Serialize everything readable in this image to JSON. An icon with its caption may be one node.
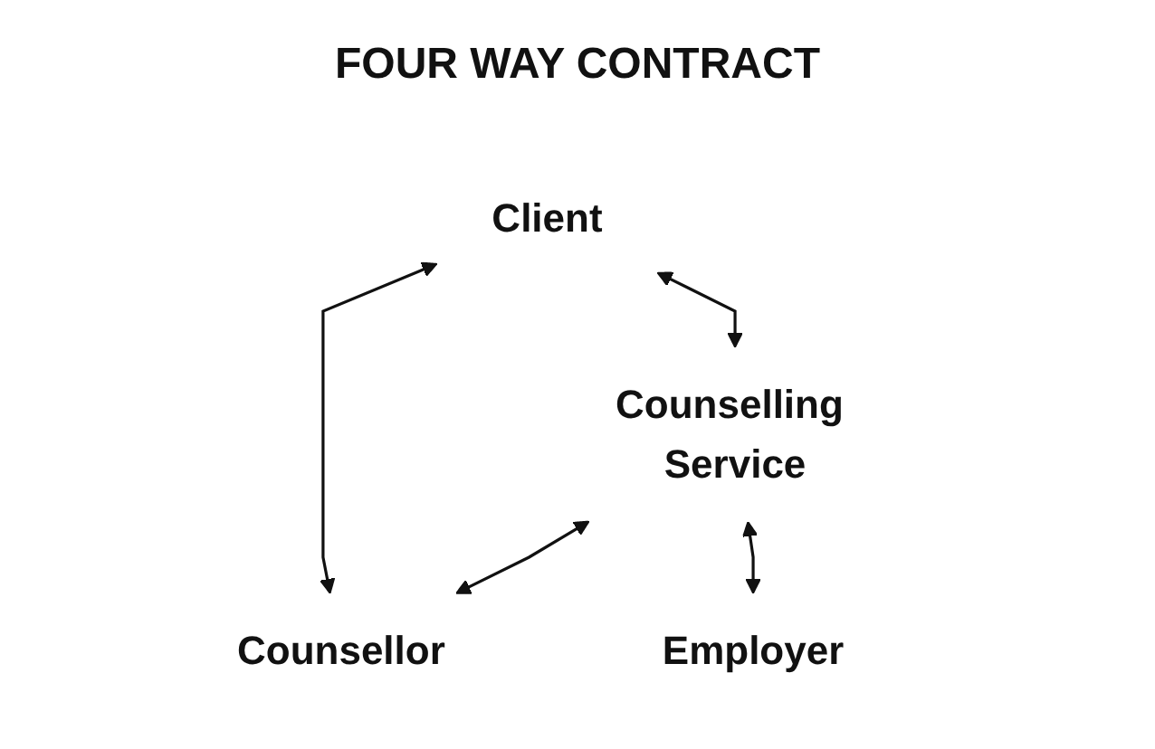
{
  "diagram": {
    "title": "FOUR WAY CONTRACT",
    "nodes": [
      {
        "text": [
          "Client"
        ]
      },
      {
        "text": [
          "Counselling Service"
        ]
      },
      {
        "text": [
          "Counsellor"
        ]
      },
      {
        "text": [
          "Employer"
        ]
      }
    ],
    "edges": [
      {
        "from": 0,
        "to": 1,
        "arrow": "both"
      },
      {
        "from": 0,
        "to": 2,
        "arrow": "both"
      },
      {
        "from": 1,
        "to": 2,
        "arrow": "both"
      },
      {
        "from": 1,
        "to": 3,
        "arrow": "both"
      }
    ]
  }
}
